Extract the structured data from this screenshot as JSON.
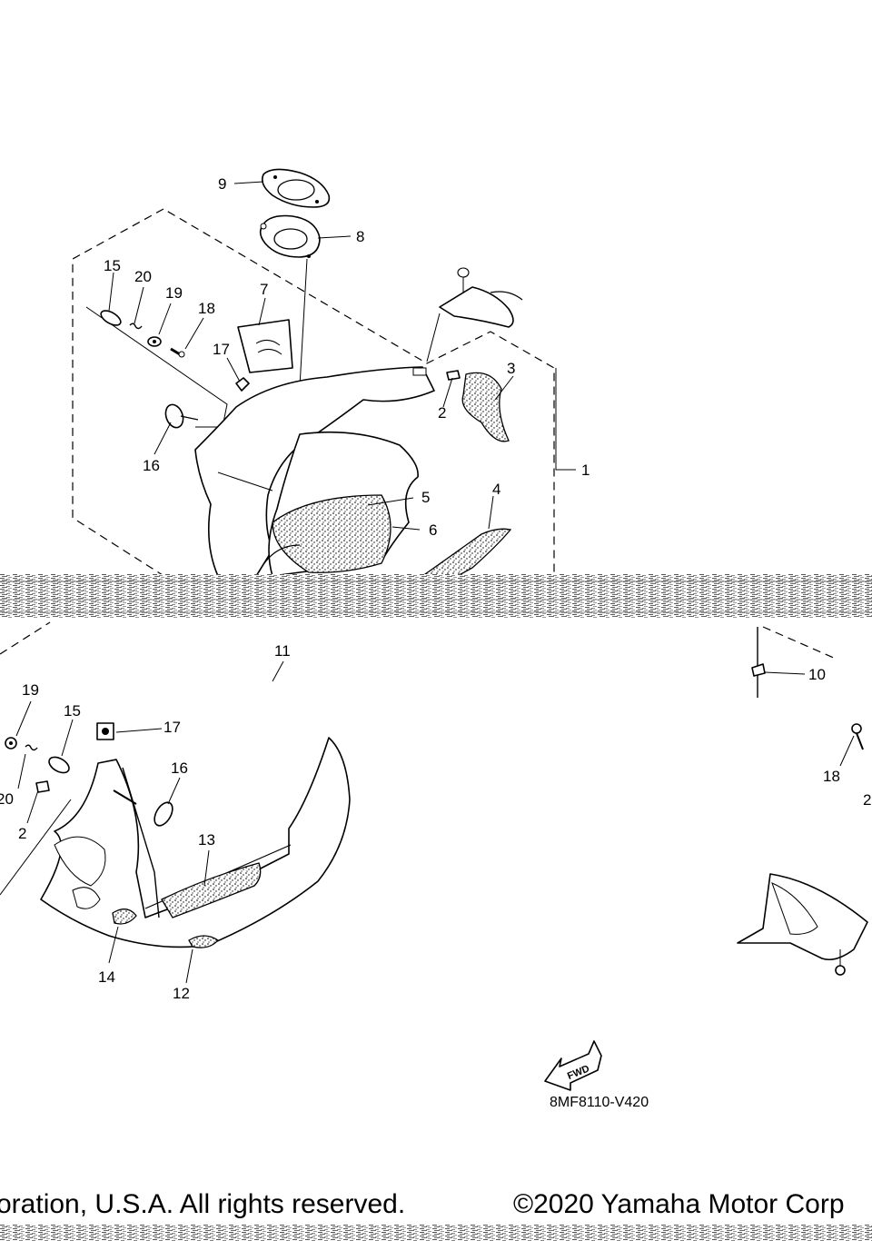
{
  "diagram": {
    "callouts_upper": [
      {
        "id": "c9",
        "text": "9"
      },
      {
        "id": "c8",
        "text": "8"
      },
      {
        "id": "c15",
        "text": "15"
      },
      {
        "id": "c20",
        "text": "20"
      },
      {
        "id": "c19",
        "text": "19"
      },
      {
        "id": "c18",
        "text": "18"
      },
      {
        "id": "c7",
        "text": "7"
      },
      {
        "id": "c17",
        "text": "17"
      },
      {
        "id": "c3",
        "text": "3"
      },
      {
        "id": "c2",
        "text": "2"
      },
      {
        "id": "c16",
        "text": "16"
      },
      {
        "id": "c1",
        "text": "1"
      },
      {
        "id": "c5",
        "text": "5"
      },
      {
        "id": "c4",
        "text": "4"
      },
      {
        "id": "c6",
        "text": "6"
      }
    ],
    "callouts_lower": [
      {
        "id": "d11",
        "text": "11"
      },
      {
        "id": "d10",
        "text": "10"
      },
      {
        "id": "d19",
        "text": "19"
      },
      {
        "id": "d15",
        "text": "15"
      },
      {
        "id": "d17",
        "text": "17"
      },
      {
        "id": "d16",
        "text": "16"
      },
      {
        "id": "d20",
        "text": "20"
      },
      {
        "id": "d2",
        "text": "2"
      },
      {
        "id": "d13",
        "text": "13"
      },
      {
        "id": "d18",
        "text": "18"
      },
      {
        "id": "d2b",
        "text": "2"
      },
      {
        "id": "d14",
        "text": "14"
      },
      {
        "id": "d12",
        "text": "12"
      }
    ],
    "fwd_label": "FWD",
    "drawing_code": "8MF8110-V420"
  },
  "footer": {
    "left_text": "oration, U.S.A. All rights reserved.",
    "right_text": "©2020 Yamaha Motor Corp"
  }
}
